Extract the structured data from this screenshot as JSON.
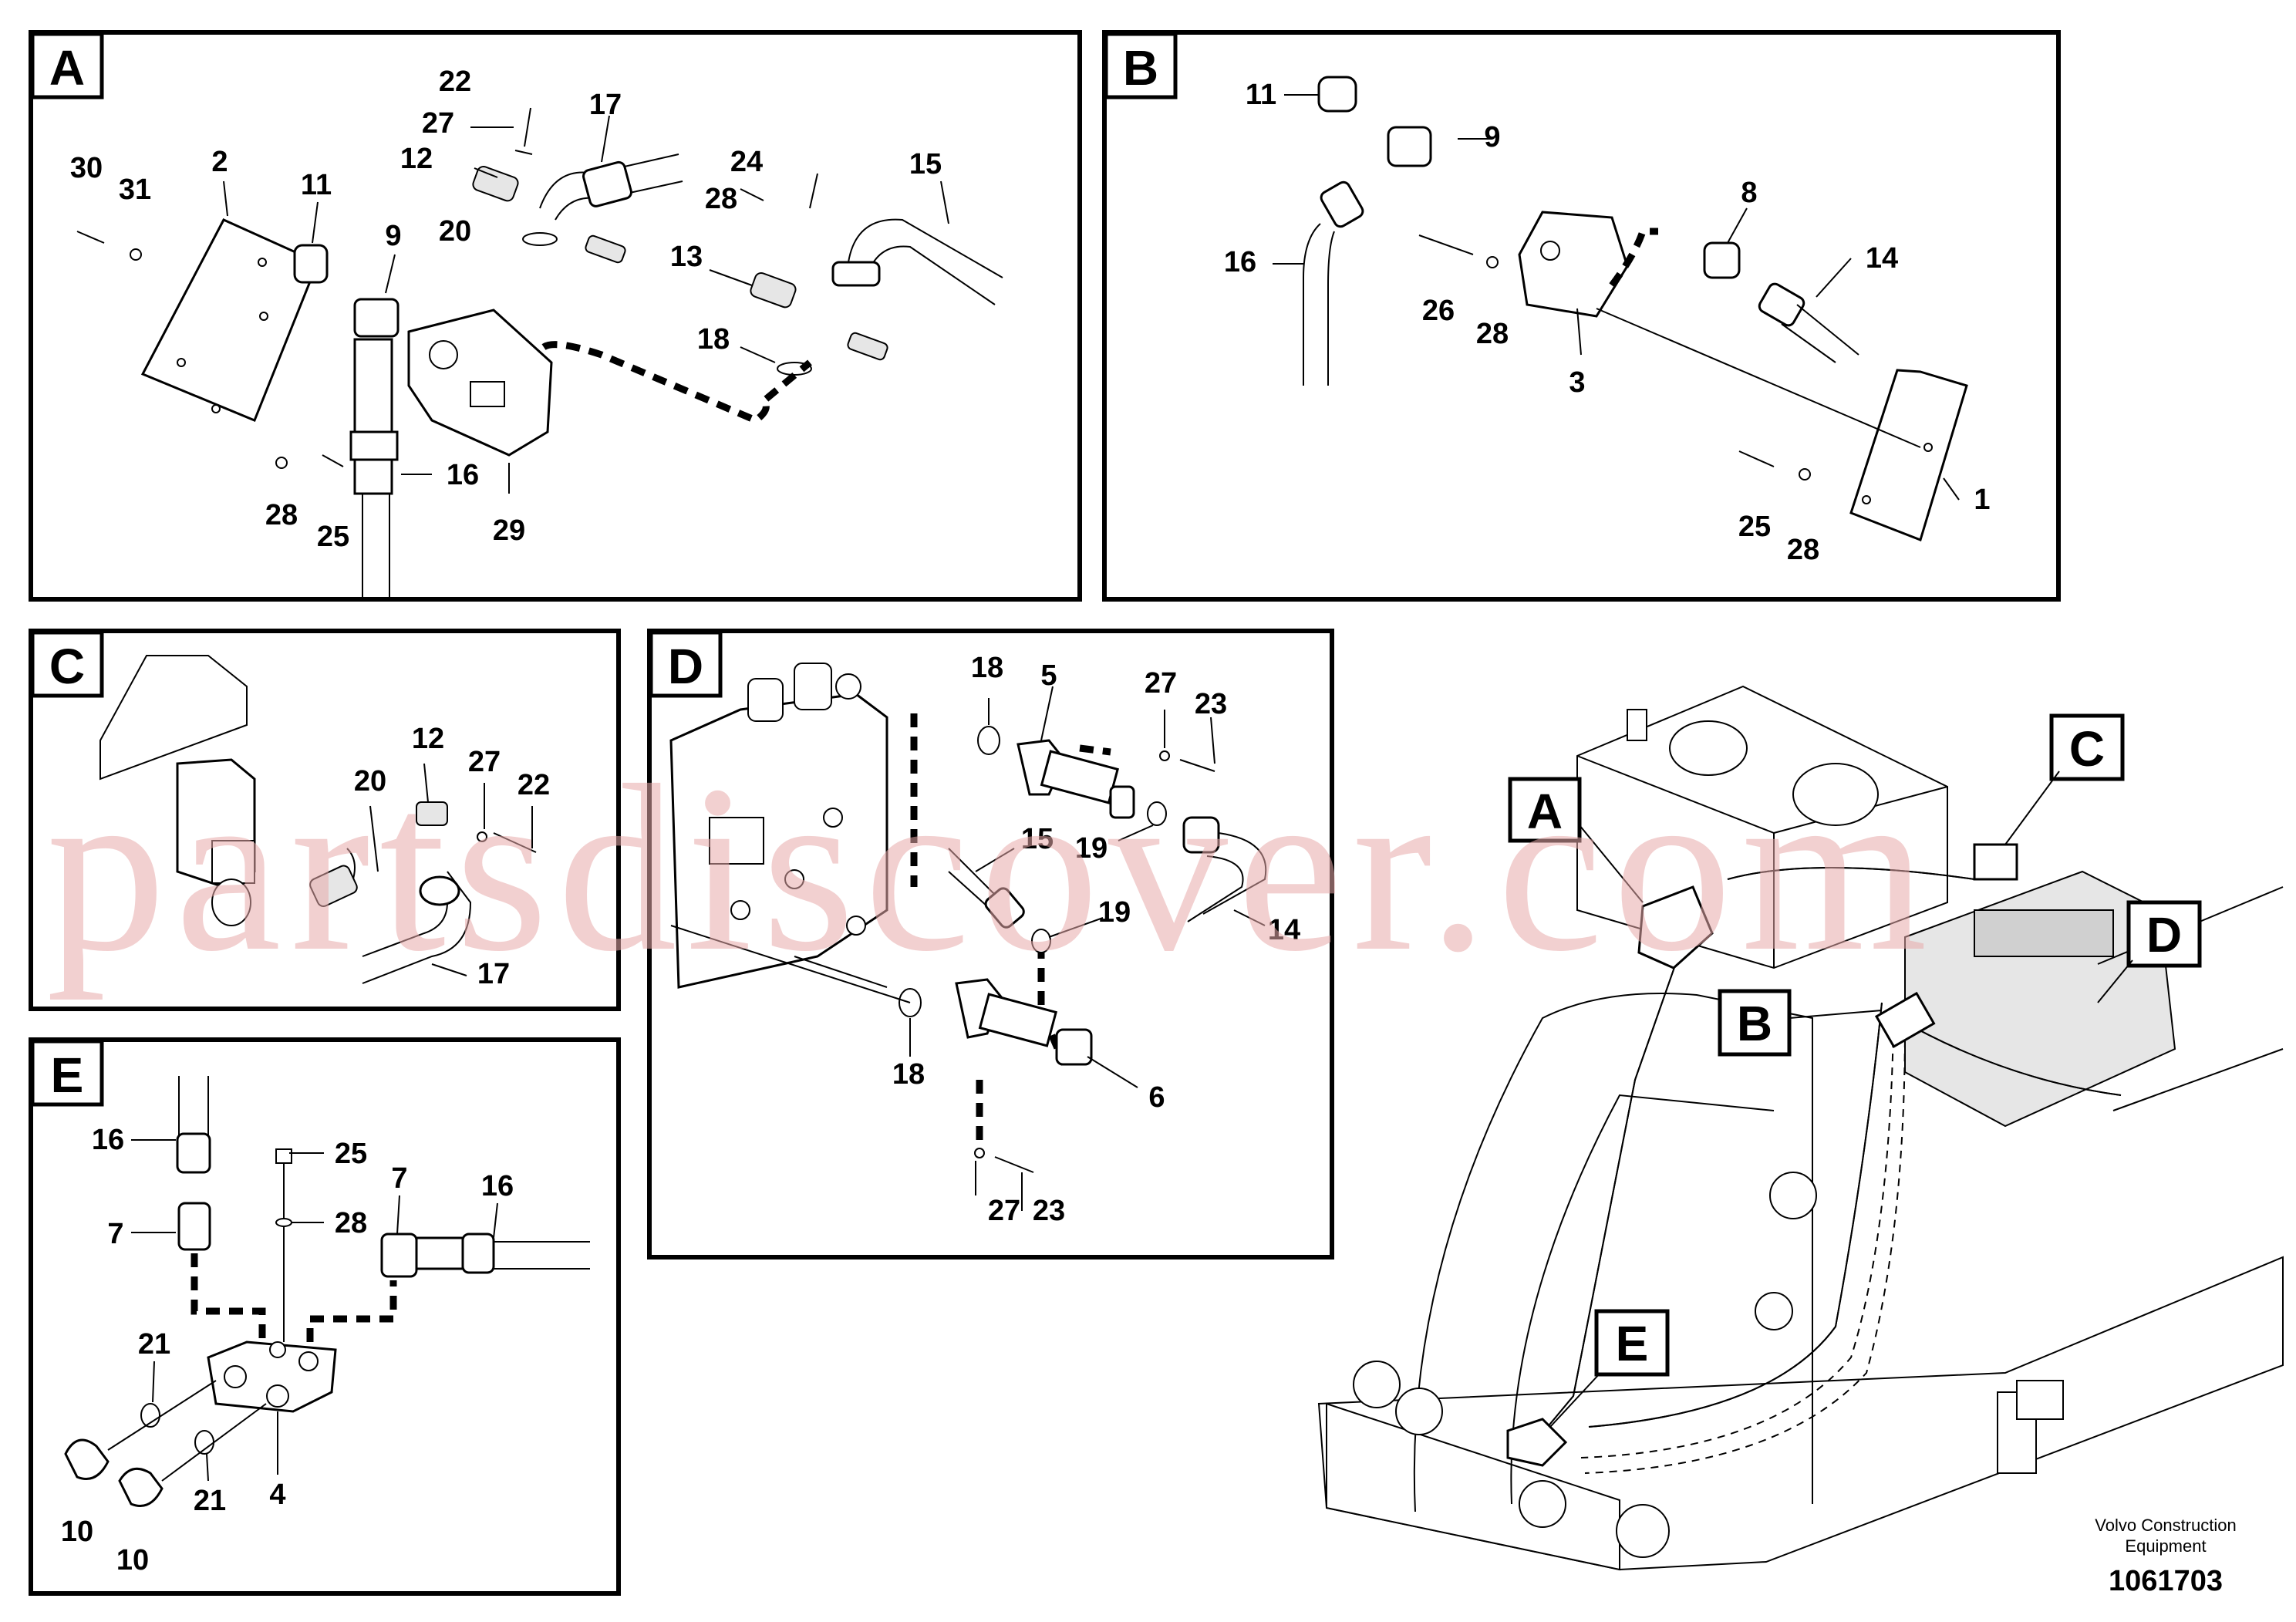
{
  "panels": {
    "A": {
      "label": "A",
      "callouts": [
        "22",
        "27",
        "12",
        "17",
        "24",
        "28",
        "15",
        "30",
        "31",
        "2",
        "11",
        "9",
        "20",
        "13",
        "18",
        "28",
        "25",
        "16",
        "29"
      ]
    },
    "B": {
      "label": "B",
      "callouts": [
        "11",
        "9",
        "8",
        "14",
        "16",
        "26",
        "28",
        "3",
        "25",
        "28",
        "1"
      ]
    },
    "C": {
      "label": "C",
      "callouts": [
        "12",
        "20",
        "27",
        "22",
        "17"
      ]
    },
    "D": {
      "label": "D",
      "callouts": [
        "18",
        "5",
        "27",
        "23",
        "15",
        "19",
        "19",
        "14",
        "18",
        "6",
        "27",
        "23"
      ]
    },
    "E": {
      "label": "E",
      "callouts": [
        "16",
        "25",
        "7",
        "16",
        "7",
        "28",
        "21",
        "21",
        "10",
        "10",
        "4"
      ]
    }
  },
  "overview": {
    "labels": [
      "A",
      "B",
      "C",
      "D",
      "E"
    ]
  },
  "watermark": "partsdiscover.com",
  "footer": {
    "company_line1": "Volvo Construction",
    "company_line2": "Equipment",
    "drawing_number": "1061703"
  }
}
